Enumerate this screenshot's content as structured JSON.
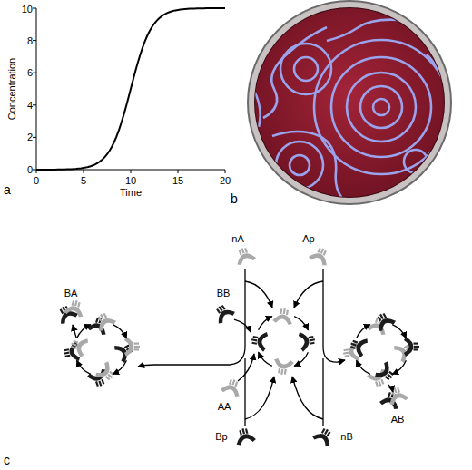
{
  "diagram": {
    "labels": [
      "Concentration",
      "0",
      "2",
      "4",
      "6",
      "8",
      "10",
      "0",
      "5",
      "10",
      "15",
      "20",
      "Time",
      "a",
      "b",
      "nA",
      "Ap",
      "BB",
      "BA",
      "AA",
      "Bp",
      "nB",
      "AB",
      "c"
    ]
  }
}
